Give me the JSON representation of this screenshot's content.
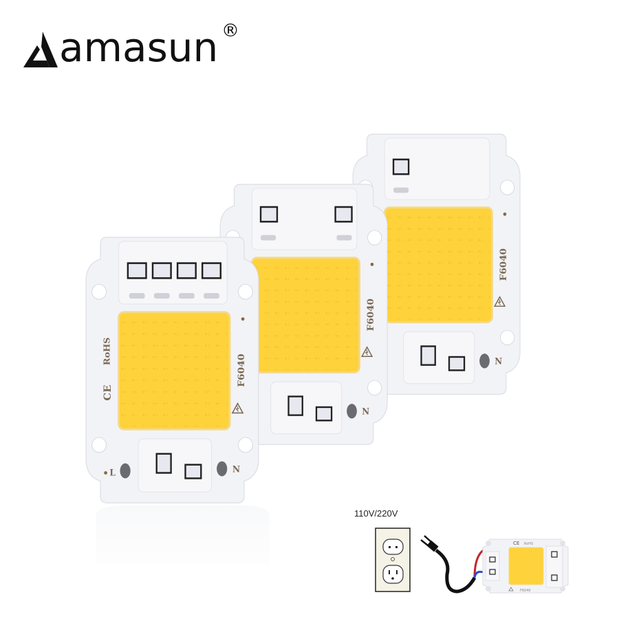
{
  "brand": {
    "name": "amasun",
    "registered_mark": "®",
    "logo_icon": "triangle-a-icon"
  },
  "products": [
    {
      "id": "chip-front",
      "model": "F6040",
      "marks": [
        "RoHS",
        "CE"
      ],
      "terminal_left": "L",
      "terminal_right": "N",
      "warning_icon": "high-voltage-warning-icon",
      "top_resistor_count": 4
    },
    {
      "id": "chip-middle",
      "model": "F6040",
      "terminal_right": "N",
      "warning_icon": "high-voltage-warning-icon",
      "top_resistor_count": 2
    },
    {
      "id": "chip-back",
      "model": "F6040",
      "terminal_right": "N",
      "warning_icon": "high-voltage-warning-icon",
      "top_resistor_count": 1
    }
  ],
  "wiring_diagram": {
    "voltage_label": "110V/220V",
    "outlet_icon": "wall-outlet-icon",
    "plug_icon": "power-plug-icon",
    "wire_colors": {
      "live": "#c0272d",
      "neutral": "#2a4bd0",
      "cable": "#111111"
    },
    "mini_chip": {
      "model": "F6040",
      "marks": [
        "CE",
        "RoHS"
      ]
    }
  },
  "colors": {
    "led": "#fdd23a",
    "led_edge": "#f6c21c",
    "board": "#f2f3f7",
    "board_edge": "#dcdde3",
    "print": "#7a6a55"
  }
}
